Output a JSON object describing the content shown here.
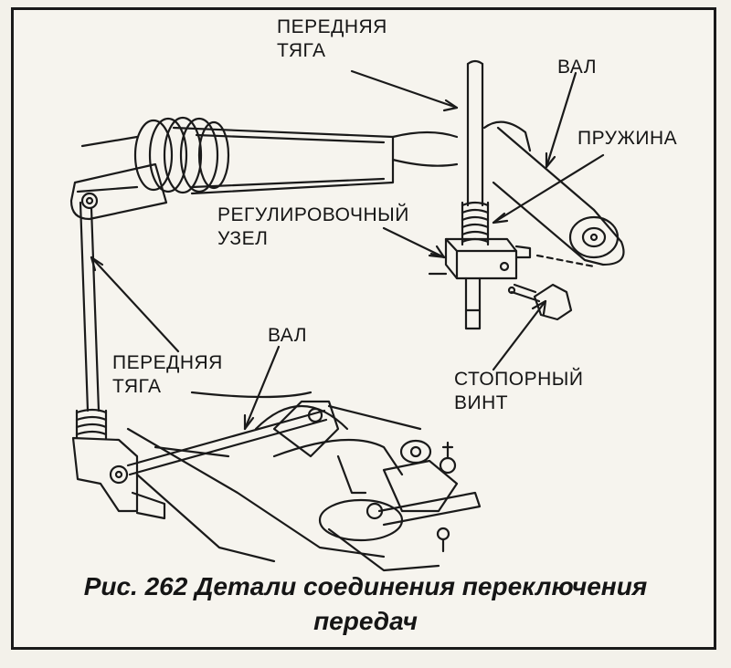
{
  "labels": {
    "front_rod_top_1": "ПЕРЕДНЯЯ",
    "front_rod_top_2": "ТЯГА",
    "shaft_top": "ВАЛ",
    "spring": "ПРУЖИНА",
    "adjust_unit_1": "РЕГУЛИРОВОЧНЫЙ",
    "adjust_unit_2": "УЗЕЛ",
    "shaft_mid": "ВАЛ",
    "front_rod_mid_1": "ПЕРЕДНЯЯ",
    "front_rod_mid_2": "ТЯГА",
    "stop_screw_1": "СТОПОРНЫЙ",
    "stop_screw_2": "ВИНТ"
  },
  "caption": {
    "line1": "Рис. 262 Детали соединения переключения",
    "line2": "передач"
  }
}
